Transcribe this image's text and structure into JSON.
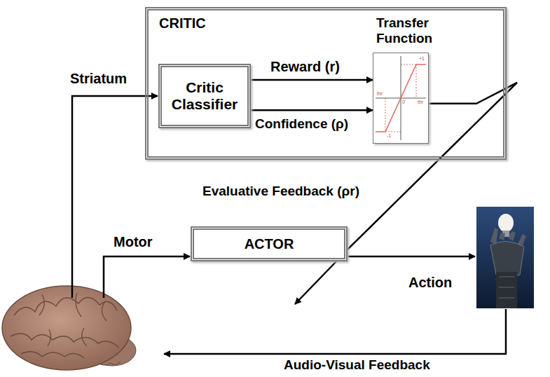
{
  "diagram": {
    "nodes": [
      {
        "text": [
          "CRITIC"
        ]
      },
      {
        "text": [
          "Critic Classifier"
        ],
        "in": 0
      },
      {
        "text": [
          "Transfer Function"
        ],
        "in": 0
      },
      {
        "text": [
          "ACTOR"
        ]
      }
    ],
    "edges": [
      {
        "from": 1,
        "to": 2,
        "label": "Reward (r)",
        "arrow": "to"
      },
      {
        "from": 1,
        "to": 2,
        "label": "Confidence (ρ)",
        "arrow": "to"
      },
      {
        "from": 2,
        "to": 3,
        "label": "Evaluative Feedback (ρr)",
        "arrow": "none"
      }
    ],
    "labels": [
      "Striatum",
      "Motor",
      "Action",
      "Audio-Visual Feedback",
      "+1",
      "thr",
      "0",
      "thr",
      "-1"
    ]
  }
}
